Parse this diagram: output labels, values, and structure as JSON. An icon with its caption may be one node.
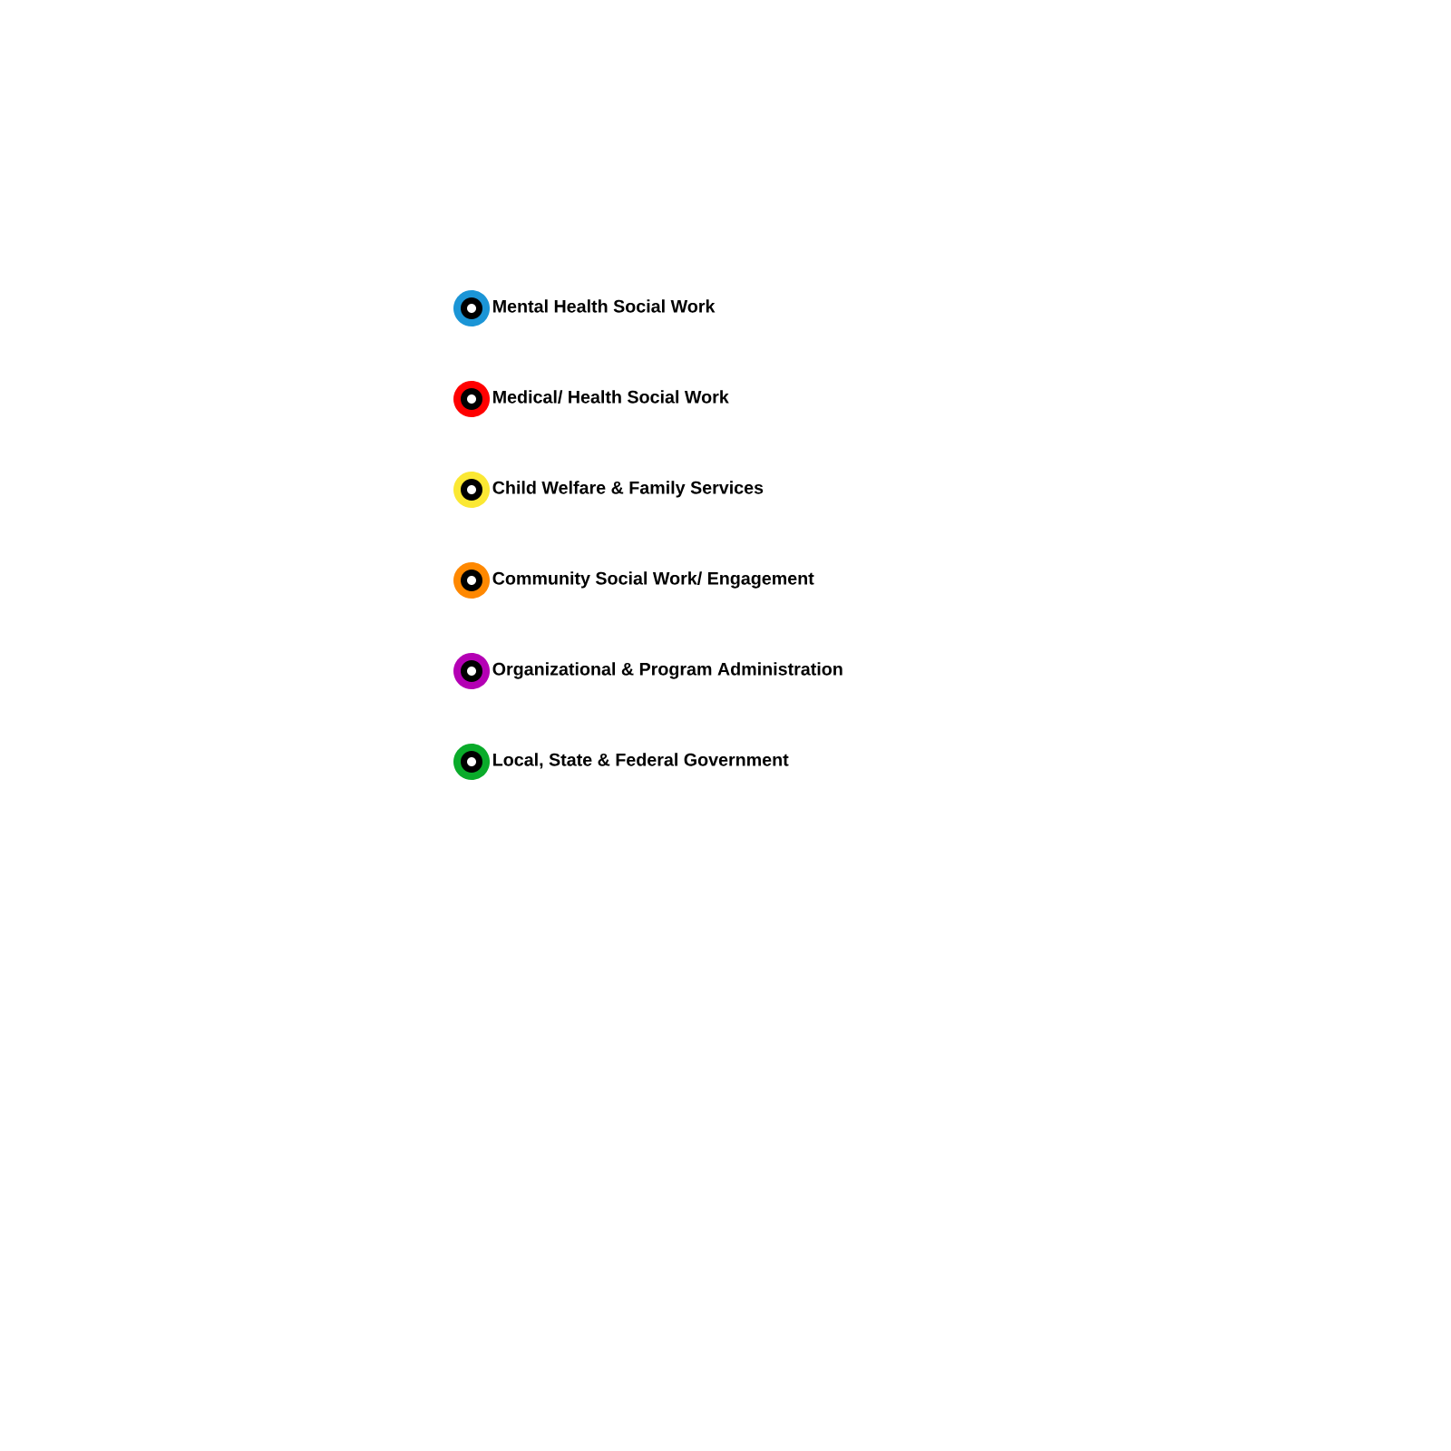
{
  "diagram": {
    "legend": [
      {
        "text": "Mental Health Social Work",
        "color": "#1b95d6"
      },
      {
        "text": "Medical/ Health Social Work",
        "color": "#ff0000"
      },
      {
        "text": "Child Welfare & Family Services",
        "color": "#fbe833"
      },
      {
        "text": "Community Social Work/ Engagement",
        "color": "#ff8800"
      },
      {
        "text": "Organizational & Program Administration",
        "color": "#b400b4"
      },
      {
        "text": "Local, State & Federal Government",
        "color": "#0aab2a"
      }
    ]
  }
}
